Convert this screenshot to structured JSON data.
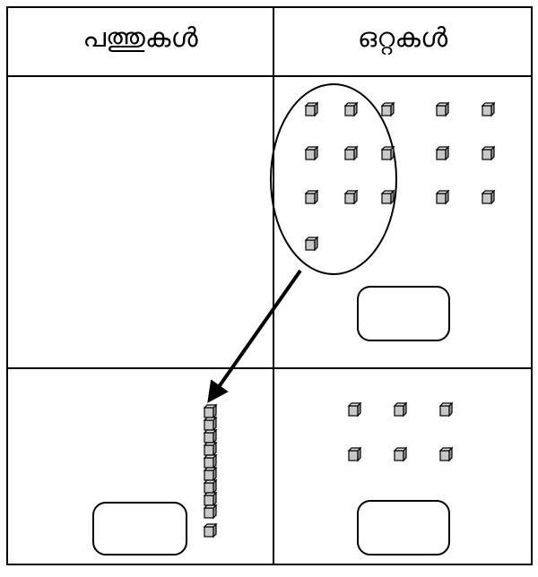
{
  "table": {
    "headers": {
      "tens": "പത്തുകൾ",
      "ones": "ഒറ്റകൾ"
    }
  },
  "top_row": {
    "ones_cubes": {
      "count": 16,
      "circled_count": 10,
      "remaining_count": 6
    },
    "tens_rods": {
      "count": 0
    }
  },
  "bottom_row": {
    "tens_rods": {
      "count": 1,
      "cubes_per_rod": 10
    },
    "ones_cubes": {
      "count": 6
    }
  },
  "colors": {
    "line": "#000000",
    "cube_face": "#c8c8c8",
    "cube_side": "#9a9a9a",
    "background": "#ffffff"
  }
}
